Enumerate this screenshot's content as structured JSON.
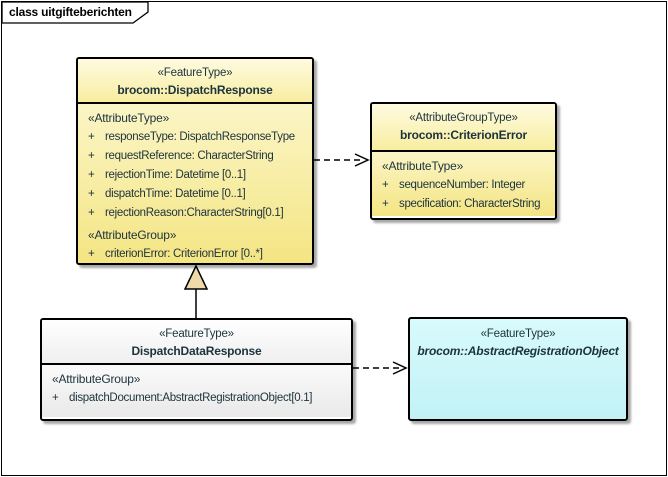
{
  "frame": {
    "title": "class uitgifteberichten"
  },
  "colors": {
    "box_yellow_top": "#FEFBE0",
    "box_yellow_bottom": "#F4E583",
    "box_gray_bottom": "#E9E9E9",
    "box_cyan": "#C9F4F8",
    "generalization_triangle_fill": "#EFD9A9",
    "line_color": "#000000",
    "text_color": "#1C333D"
  },
  "boxes": {
    "dispatch_response": {
      "stereotype": "«FeatureType»",
      "name": "brocom::DispatchResponse",
      "attribute_type_label": "«AttributeType»",
      "attribute_group_label": "«AttributeGroup»",
      "attributes": [
        {
          "prefix": "+",
          "text": "responseType: DispatchResponseType"
        },
        {
          "prefix": "+",
          "text": "requestReference: CharacterString"
        },
        {
          "prefix": "+",
          "text": "rejectionTime: Datetime [0..1]"
        },
        {
          "prefix": "+",
          "text": "dispatchTime: Datetime [0..1]"
        },
        {
          "prefix": "+",
          "text": "rejectionReason:CharacterString[0.1]"
        }
      ],
      "group_attributes": [
        {
          "prefix": "+",
          "text": "criterionError: CriterionError [0..*]"
        }
      ]
    },
    "criterion_error": {
      "stereotype": "«AttributeGroupType»",
      "name": "brocom::CriterionError",
      "attribute_type_label": "«AttributeType»",
      "attributes": [
        {
          "prefix": "+",
          "text": "sequenceNumber: Integer"
        },
        {
          "prefix": "+",
          "text": "specification: CharacterString"
        }
      ]
    },
    "dispatch_data_response": {
      "stereotype": "«FeatureType»",
      "name": "DispatchDataResponse",
      "attribute_group_label": "«AttributeGroup»",
      "attributes": [
        {
          "prefix": "+",
          "text": "dispatchDocument:AbstractRegistrationObject[0.1]"
        }
      ]
    },
    "abstract_registration_object": {
      "stereotype": "«FeatureType»",
      "name": "brocom::AbstractRegistrationObject"
    }
  },
  "relationships": [
    {
      "type": "dependency",
      "from": "brocom::DispatchResponse",
      "to": "brocom::CriterionError"
    },
    {
      "type": "generalization",
      "from": "DispatchDataResponse",
      "to": "brocom::DispatchResponse"
    },
    {
      "type": "dependency",
      "from": "DispatchDataResponse",
      "to": "brocom::AbstractRegistrationObject"
    }
  ]
}
